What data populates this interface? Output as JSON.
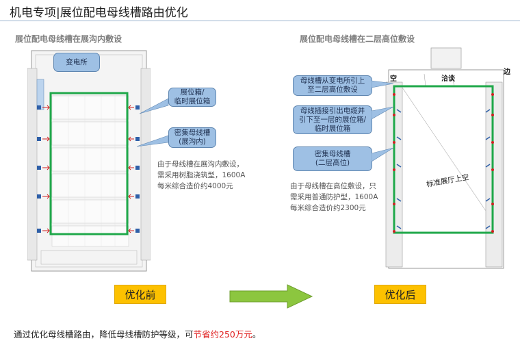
{
  "page": {
    "title": "机电专项|展位配电母线槽路由优化"
  },
  "left": {
    "subtitle": "展位配电母线槽在展沟内敷设",
    "callouts": {
      "substation": "变电所",
      "booth_box": "展位箱/\n临时展位箱",
      "busway": "密集母线槽\n(展沟内)"
    },
    "description": "由于母线槽在展沟内敷设，\n需采用树脂浇筑型，1600A\n每米综合造价约4000元",
    "button": "优化前"
  },
  "right": {
    "subtitle": "展位配电母线槽在二层高位敷设",
    "plan_labels": {
      "kong": "空",
      "qiatan": "洽谈",
      "bian": "边",
      "hall": "标准展厅上空"
    },
    "callouts": {
      "from_substation": "母线槽从变电所引上\n至二层高位敷设",
      "plug_box": "母线插接引出电缆并\n引下至一层的展位箱/\n临时展位箱",
      "busway": "密集母线槽\n(二层高位)"
    },
    "description": "由于母线槽在高位敷设，只\n需采用普通防护型，1600A\n每米综合造价约2300元",
    "button": "优化后"
  },
  "footer": {
    "text_before": "通过优化母线槽路由，降低母线槽防护等级，可",
    "highlight": "节省约250万元",
    "text_after": "。"
  },
  "colors": {
    "busway_green": "#1fa84a",
    "callout_fill": "#9ec0e4",
    "button_fill": "#fdc100",
    "arrow_green": "#8cc63f",
    "highlight_red": "#e02020"
  }
}
